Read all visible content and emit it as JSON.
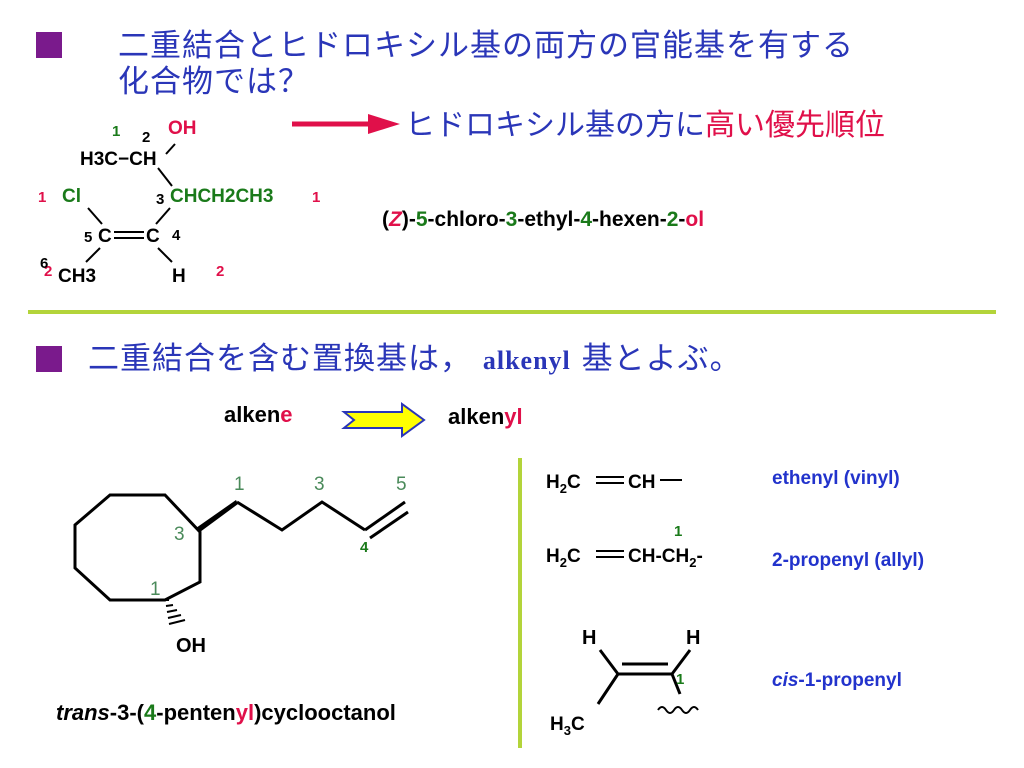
{
  "section1": {
    "bullet": "■",
    "heading_line1": "二重結合とヒドロキシル基の両方の官能基を有する",
    "heading_line2": "化合物では？",
    "arrow_text_plain": "ヒドロキシル基の方に",
    "arrow_text_red": "高い優先順位",
    "iupac_name": {
      "p1": "(",
      "p2": "Z",
      "p3": ")-",
      "p4": "5",
      "p5": "-chloro-",
      "p6": "3",
      "p7": "-ethyl-",
      "p8": "4",
      "p9": "-hexen-",
      "p10": "2",
      "p11": "-",
      "p12": "ol"
    },
    "structure": {
      "OH": "OH",
      "H3C": "H3C−CH",
      "Cl": "Cl",
      "CHCH2CH3": "CHCH2CH3",
      "C5": "C",
      "C4": "C",
      "H": "H",
      "CH3": "CH3",
      "num_1a": "1",
      "num_2a": "2",
      "num_3": "3",
      "num_4": "4",
      "num_5": "5",
      "num_6": "6",
      "pri_1_left": "1",
      "pri_1_right": "1",
      "pri_2_left": "2",
      "pri_2_right": "2"
    }
  },
  "section2": {
    "bullet": "■",
    "heading_jp1": "二重結合を含む置換基は，",
    "heading_alkenyl": "alkenyl",
    "heading_jp2": "基とよぶ。",
    "alkene_a": "alken",
    "alkene_b": "e",
    "alkenyl_a": "alken",
    "alkenyl_b": "yl",
    "cyclo_name": {
      "p1": "trans",
      "p2": "-3-(",
      "p3": "4",
      "p4": "-penten",
      "p5": "yl",
      "p6": ")cyclooctanol"
    },
    "cyclo_labels": {
      "n1": "1",
      "n3": "3",
      "n5": "5",
      "n4": "4",
      "r3": "3",
      "r1": "1",
      "OH": "OH"
    },
    "substituents": [
      {
        "formula": "H2C═CH−",
        "name": "ethenyl (vinyl)"
      },
      {
        "formula": "H2C═CH-CH2-",
        "name": "2-propenyl (allyl)",
        "num": "1"
      },
      {
        "name_italic": "cis",
        "name_rest": "-1-propenyl",
        "num": "1",
        "H1": "H",
        "H2": "H",
        "H3C": "H3C"
      }
    ]
  }
}
